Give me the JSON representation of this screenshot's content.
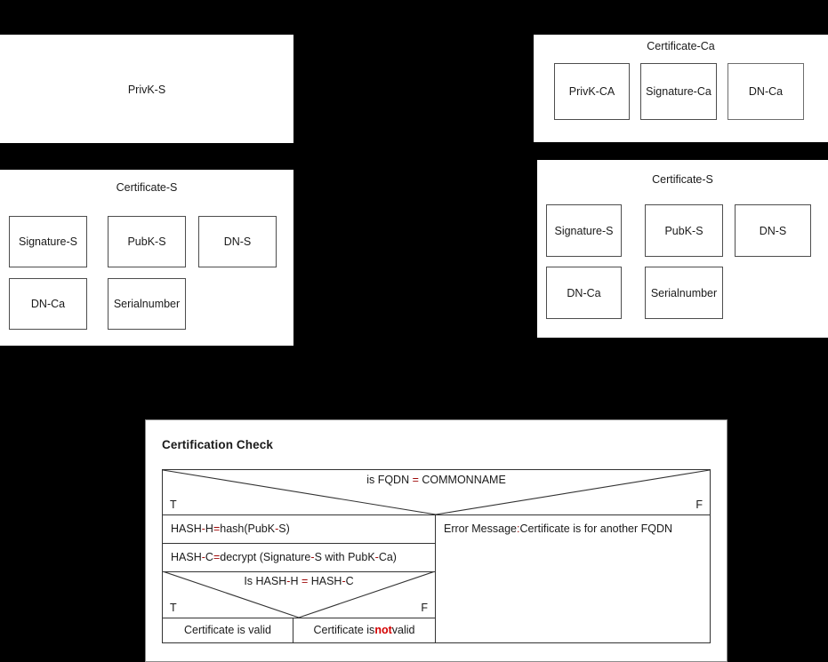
{
  "colors": {
    "background": "#000000",
    "panel": "#ffffff",
    "text": "#1a1a1a",
    "accent_dark_red": "#9e0808",
    "accent_red": "#d40000",
    "border": "#333333"
  },
  "privk_panel": {
    "label": "PrivK-S"
  },
  "cert_s_left": {
    "title": "Certificate-S",
    "fields": [
      "Signature-S",
      "PubK-S",
      "DN-S",
      "DN-Ca",
      "Serialnumber"
    ]
  },
  "cert_ca": {
    "title": "Certificate-Ca",
    "fields": [
      "PrivK-CA",
      "Signature-Ca",
      "DN-Ca"
    ]
  },
  "cert_s_right": {
    "title": "Certificate-S",
    "fields": [
      "Signature-S",
      "PubK-S",
      "DN-S",
      "DN-Ca",
      "Serialnumber"
    ]
  },
  "certification_check": {
    "title": "Certification Check",
    "decision_fqdn": {
      "question_prefix": "is FQDN ",
      "question_operator": "=",
      "question_suffix": " COMMONNAME",
      "true_mark": "T",
      "false_mark": "F"
    },
    "hash_h_row": {
      "a": "HASH",
      "dash1": "-",
      "b": "H ",
      "eq": "=",
      "c": " hash(PubK",
      "dash2": "-",
      "d": "S)"
    },
    "hash_c_row": {
      "a": "HASH",
      "dash1": "-",
      "b": "C ",
      "eq": "=",
      "c": " decrypt (Signature",
      "dash2": "-",
      "d": "S with PubK",
      "dash3": "-",
      "e": "Ca)"
    },
    "decision_hash": {
      "q_a": "Is HASH",
      "q_dash1": "-",
      "q_b": "H ",
      "q_eq": "=",
      "q_c": " HASH",
      "q_dash2": "-",
      "q_d": "C",
      "true_mark": "T",
      "false_mark": "F"
    },
    "result_valid": "Certificate is valid",
    "result_invalid_prefix": "Certificate is ",
    "result_invalid_emph": "not",
    "result_invalid_suffix": " valid",
    "error_message_label": "Error Message",
    "error_message_colon": ":",
    "error_message_text": " Certificate is for another FQDN"
  }
}
